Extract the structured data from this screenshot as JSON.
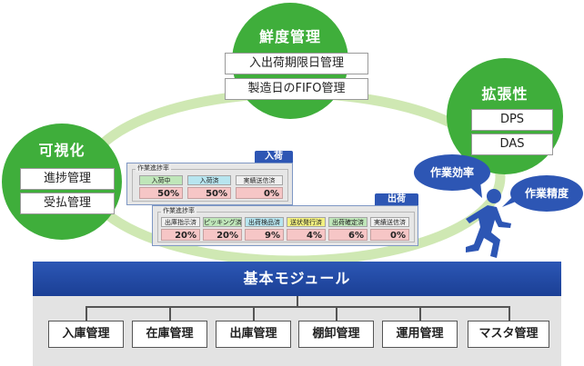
{
  "circles": {
    "freshness": {
      "title": "鮮度管理",
      "items": [
        "入出荷期限日管理",
        "製造日のFIFO管理"
      ]
    },
    "expansion": {
      "title": "拡張性",
      "items": [
        "DPS",
        "DAS"
      ]
    },
    "visibility": {
      "title": "可視化",
      "items": [
        "進捗管理",
        "受払管理"
      ]
    }
  },
  "inbound_window": {
    "tab": "入荷",
    "group": "作業進捗率",
    "headers": [
      "入荷中",
      "入荷済",
      "実績送信済"
    ],
    "values": [
      "50%",
      "50%",
      "0%"
    ]
  },
  "outbound_window": {
    "tab": "出荷",
    "group": "作業進捗率",
    "headers": [
      "出庫指示済",
      "ピッキング済",
      "出荷検品済",
      "送状発行済",
      "出荷確定済",
      "実績送信済"
    ],
    "values": [
      "20%",
      "20%",
      "9%",
      "4%",
      "6%",
      "0%"
    ]
  },
  "bubbles": {
    "efficiency": "作業効率",
    "accuracy": "作業精度"
  },
  "base_module": {
    "title": "基本モジュール",
    "modules": [
      "入庫管理",
      "在庫管理",
      "出庫管理",
      "棚卸管理",
      "運用管理",
      "マスタ管理"
    ]
  },
  "colors": {
    "green": "#3fae3b",
    "blue": "#2d56b4",
    "ring": "#cfe8b3"
  }
}
